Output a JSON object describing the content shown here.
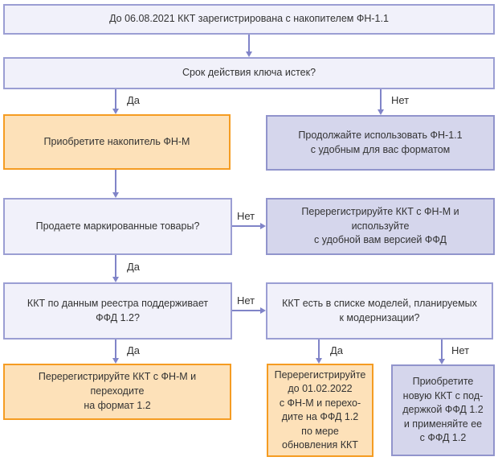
{
  "colors": {
    "bg": "#ffffff",
    "text": "#333333",
    "arrow": "#8084c8",
    "light_fill": "#f1f1fa",
    "light_border": "#9b9ed3",
    "purple_fill": "#d5d6ec",
    "purple_border": "#9194cc",
    "orange_fill": "#fde1b9",
    "orange_border": "#f59c22"
  },
  "labels": {
    "yes": "Да",
    "no": "Нет"
  },
  "nodes": {
    "start": {
      "label": "До 06.08.2021 ККТ зарегистрирована с накопителем ФН-1.1"
    },
    "key_expired": {
      "label": "Срок действия ключа истек?"
    },
    "buy_fnm": {
      "label": "Приобретите накопитель ФН-М"
    },
    "continue_fn11": {
      "label": "Продолжайте использовать ФН-1.1\nс удобным для вас форматом"
    },
    "marked_goods": {
      "label": "Продаете маркированные товары?"
    },
    "rereg_any_ffd": {
      "label": "Перерегистрируйте ККТ с ФН-М и используйте\nс удобной вам версией ФФД"
    },
    "supports_ffd12": {
      "label": "ККТ по данным реестра поддерживает\nФФД 1.2?"
    },
    "modernization_list": {
      "label": "ККТ есть в списке моделей, планируемых\nк модернизации?"
    },
    "rereg_format12": {
      "label": "Перерегистрируйте ККТ с ФН-М и переходите\nна формат 1.2"
    },
    "rereg_by_feb2022": {
      "label": "Перерегистрируйте\nдо 01.02.2022\nс ФН-М и перехо-\nдите на ФФД 1.2\nпо мере\nобновления ККТ"
    },
    "buy_new_kkt": {
      "label": "Приобретите\nновую ККТ с под-\nдержкой ФФД 1.2\nи применяйте ее\nс ФФД 1.2"
    }
  }
}
